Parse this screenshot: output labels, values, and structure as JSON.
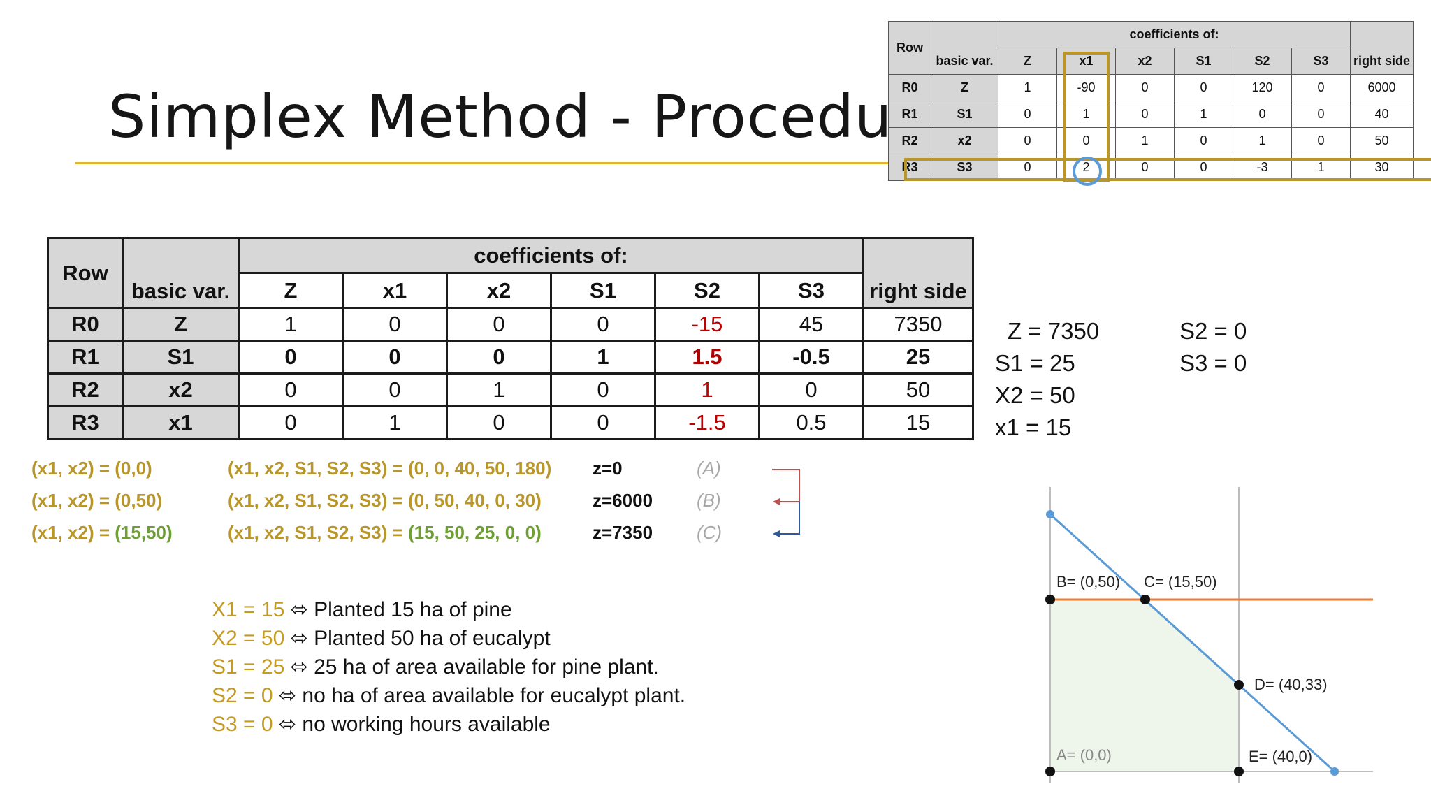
{
  "title": "Simplex Method - Procedure",
  "small_tableau": {
    "row_header": "Row",
    "basic_header": "basic var.",
    "coeff_header": "coefficients of:",
    "columns": [
      "Z",
      "x1",
      "x2",
      "S1",
      "S2",
      "S3"
    ],
    "rhs_header": "right side",
    "rows": [
      {
        "row": "R0",
        "basic": "Z",
        "values": [
          "1",
          "-90",
          "0",
          "0",
          "120",
          "0"
        ],
        "rhs": "6000"
      },
      {
        "row": "R1",
        "basic": "S1",
        "values": [
          "0",
          "1",
          "0",
          "1",
          "0",
          "0"
        ],
        "rhs": "40"
      },
      {
        "row": "R2",
        "basic": "x2",
        "values": [
          "0",
          "0",
          "1",
          "0",
          "1",
          "0"
        ],
        "rhs": "50"
      },
      {
        "row": "R3",
        "basic": "S3",
        "values": [
          "0",
          "2",
          "0",
          "0",
          "-3",
          "1"
        ],
        "rhs": "30"
      }
    ]
  },
  "main_tableau": {
    "row_header": "Row",
    "basic_header": "basic var.",
    "coeff_header": "coefficients of:",
    "columns": [
      "Z",
      "x1",
      "x2",
      "S1",
      "S2",
      "S3"
    ],
    "rhs_header": "right side",
    "rows": [
      {
        "row": "R0",
        "basic": "Z",
        "values": [
          "1",
          "0",
          "0",
          "0",
          "-15",
          "45"
        ],
        "rhs": "7350"
      },
      {
        "row": "R1",
        "basic": "S1",
        "values": [
          "0",
          "0",
          "0",
          "1",
          "1.5",
          "-0.5"
        ],
        "rhs": "25"
      },
      {
        "row": "R2",
        "basic": "x2",
        "values": [
          "0",
          "0",
          "1",
          "0",
          "1",
          "0"
        ],
        "rhs": "50"
      },
      {
        "row": "R3",
        "basic": "x1",
        "values": [
          "0",
          "1",
          "0",
          "0",
          "-1.5",
          "0.5"
        ],
        "rhs": "15"
      }
    ]
  },
  "results": {
    "z": "Z = 7350",
    "s1": "S1 = 25",
    "x2": "X2 = 50",
    "x1": "x1 = 15",
    "s2": "S2 = 0",
    "s3": "S3 = 0"
  },
  "points": [
    {
      "xy_label": "(x1, x2) = ",
      "xy_value": "(0,0)",
      "all_label": "(x1, x2, S1, S2, S3) = ",
      "all_value": "(0, 0, 40, 50, 180)",
      "z": "z=0",
      "tag": "(A)"
    },
    {
      "xy_label": "(x1, x2) = ",
      "xy_value": "(0,50)",
      "all_label": "(x1, x2, S1, S2, S3) = ",
      "all_value": "(0, 50, 40, 0, 30)",
      "z": "z=6000",
      "tag": "(B)"
    },
    {
      "xy_label": "(x1, x2) = ",
      "xy_value": "(15,50)",
      "all_label": "(x1, x2, S1, S2, S3) = ",
      "all_value": "(15, 50, 25, 0, 0)",
      "z": "z=7350",
      "tag": "(C)"
    }
  ],
  "interpretation": [
    {
      "label": "X1 = 15",
      "text": "Planted 15 ha of pine"
    },
    {
      "label": "X2 = 50",
      "text": "Planted 50 ha of eucalypt"
    },
    {
      "label": "S1 = 25",
      "text": "25 ha of area available for pine plant."
    },
    {
      "label": "S2 = 0",
      "text": "no ha of area available for eucalypt plant."
    },
    {
      "label": "S3 = 0",
      "text": "no working hours available"
    }
  ],
  "equiv_symbol": "⬄",
  "graph": {
    "vertices": {
      "A": "A= (0,0)",
      "B": "B= (0,50)",
      "C": "C= (15,50)",
      "D": "D= (40,33)",
      "E": "E= (40,0)"
    },
    "colors": {
      "feasible_fill": "#eef5ea",
      "line_blue": "#5b9bd5",
      "line_orange": "#ed7d31",
      "axis": "#bdbdbd"
    }
  }
}
